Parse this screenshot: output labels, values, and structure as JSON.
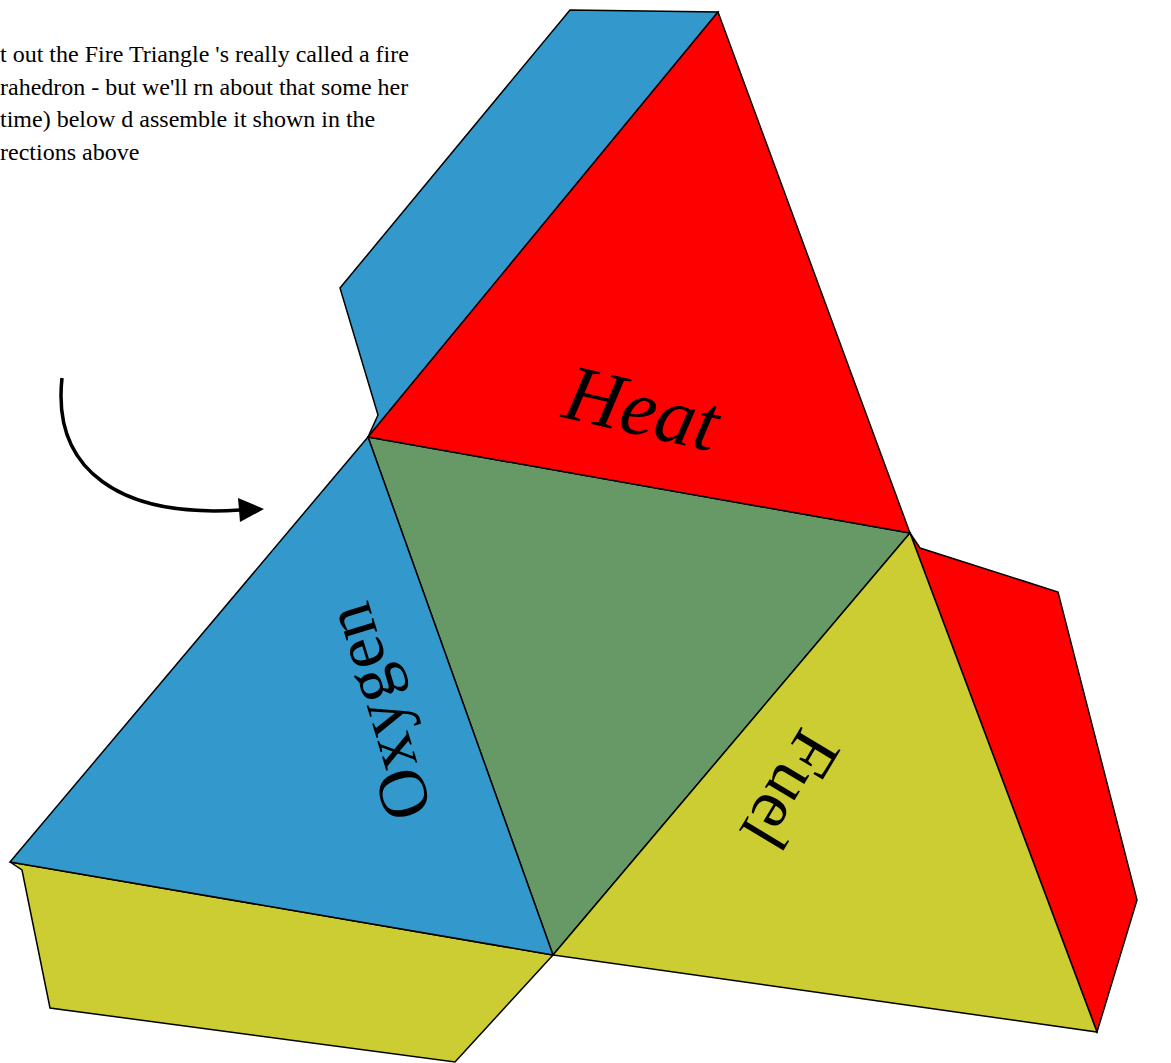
{
  "diagram": {
    "nodes": [
      {
        "text": [
          "Heat"
        ]
      },
      {
        "text": [
          "Oxygen"
        ]
      },
      {
        "text": [
          "Fuel"
        ]
      }
    ],
    "labels": [
      "t out the Fire Triangle 's really called a fire rahedron - but we'll rn about that some her time) below d assemble it shown in the rections above"
    ]
  }
}
